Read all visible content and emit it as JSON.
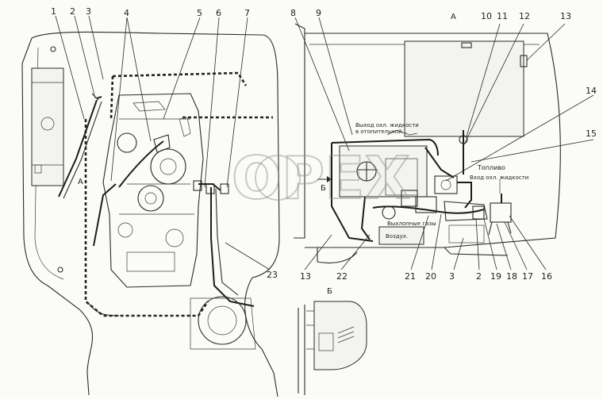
{
  "watermark": "OPEX",
  "view_labels": {
    "a_left": "A",
    "a_right": "A",
    "b_arrow": "Б",
    "b_detail": "Б"
  },
  "annotations": {
    "coolant_out": "Выход охл. жидкости",
    "coolant_out_2": "в отопительной...",
    "fuel": "Топливо",
    "coolant_in": "Вход охл. жидкости",
    "exhaust": "Выхлопные газы",
    "air": "Воздух."
  },
  "callouts": {
    "c1": "1",
    "c2": "2",
    "c3": "3",
    "c4": "4",
    "c5": "5",
    "c6": "6",
    "c7": "7",
    "c8": "8",
    "c9": "9",
    "c10": "10",
    "c11": "11",
    "c12": "12",
    "c13": "13",
    "c14": "14",
    "c15": "15",
    "b23": "23",
    "b13": "13",
    "b22": "22",
    "b21": "21",
    "b20": "20",
    "b3": "3",
    "b2": "2",
    "b19": "19",
    "b18": "18",
    "b17": "17",
    "b16": "16"
  }
}
